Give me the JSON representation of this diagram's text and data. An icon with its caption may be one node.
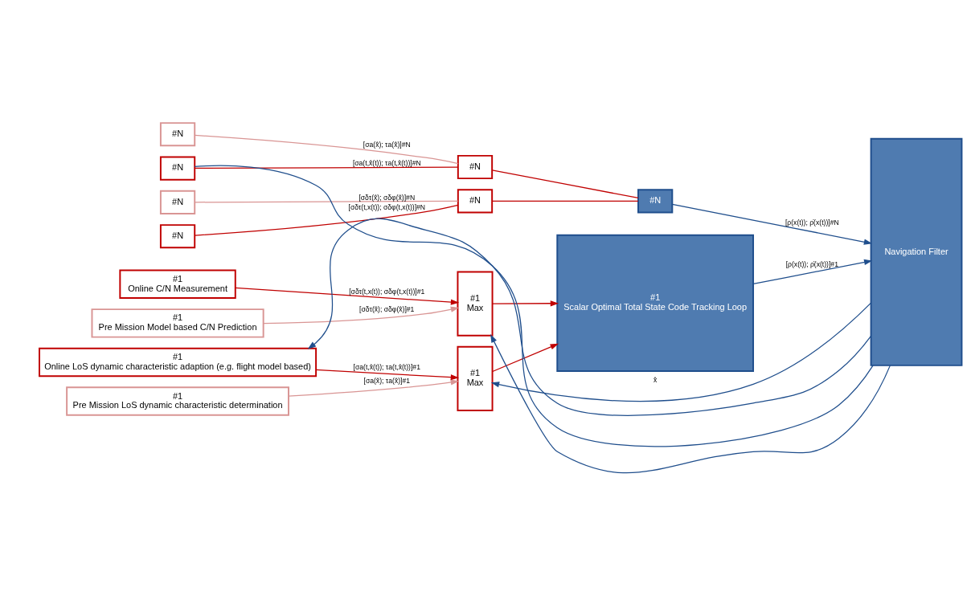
{
  "diagram": {
    "nodes": [
      {
        "text": [
          "#N"
        ]
      },
      {
        "text": [
          "#1",
          "Pre Mission LoS dynamic characteristic determination"
        ]
      },
      {
        "text": [
          "#N"
        ]
      },
      {
        "text": [
          "#1",
          "Online LoS dynamic characteristic adaption (e.g. flight model based)"
        ]
      },
      {
        "text": [
          "#N"
        ]
      },
      {
        "text": [
          "#1",
          "Pre Mission Model based C/N Prediction"
        ]
      },
      {
        "text": [
          "#N"
        ]
      },
      {
        "text": [
          "#1",
          "Online C/N Measurement"
        ]
      },
      {
        "text": [
          "#N"
        ]
      },
      {
        "text": [
          "#1",
          "Max"
        ]
      },
      {
        "text": [
          "#N"
        ]
      },
      {
        "text": [
          "#1",
          "Max"
        ]
      },
      {
        "text": [
          "#N"
        ]
      },
      {
        "text": [
          "#1",
          "Scalar Optimal Total State Code Tracking Loop"
        ]
      },
      {
        "text": [
          "Navigation Filter"
        ]
      }
    ],
    "edges": [
      {
        "from": 0,
        "to": 8,
        "arrow": "none",
        "label": "[σa(x̂); τa(x̂)]#N",
        "color": "#d99594"
      },
      {
        "from": 1,
        "to": 9,
        "arrow": "to",
        "label": "[σa(x̂); τa(x̂)]#1",
        "color": "#d99594"
      },
      {
        "from": 2,
        "to": 8,
        "arrow": "none",
        "label": "[σa(t,x̂(t)); τa(t,x̂(t))]#N"
      },
      {
        "from": 3,
        "to": 9,
        "arrow": "to",
        "label": "[σa(t,x̂(t)); τa(t,x̂(t))]#1"
      },
      {
        "from": 4,
        "to": 10,
        "arrow": "none",
        "label": "[σδτ(x̂); σδφ(x̂)]#N",
        "color": "#d99594"
      },
      {
        "from": 5,
        "to": 11,
        "arrow": "to",
        "label": "[σδτ(x̂); σδφ(x̂)]#1",
        "color": "#d99594"
      },
      {
        "from": 6,
        "to": 10,
        "arrow": "none",
        "label": "[σδτ(t,x(t)); σδφ(t,x(t))]#N"
      },
      {
        "from": 7,
        "to": 11,
        "arrow": "to",
        "label": "[σδτ(t,x(t)); σδφ(t,x(t))]#1"
      },
      {
        "from": 8,
        "to": 12,
        "arrow": "none"
      },
      {
        "from": 9,
        "to": 13,
        "arrow": "to"
      },
      {
        "from": 10,
        "to": 12,
        "arrow": "none"
      },
      {
        "from": 11,
        "to": 13,
        "arrow": "to"
      },
      {
        "from": 12,
        "to": 14,
        "arrow": "to",
        "label": "[ρ(x(t)); ρ̇(x(t))]#N",
        "color": "#1f4e8c"
      },
      {
        "from": 13,
        "to": 14,
        "arrow": "to",
        "label": "[ρ(x(t)); ρ̇(x(t))]#1",
        "color": "#1f4e8c"
      },
      {
        "from": 14,
        "to": 9,
        "arrow": "to",
        "label": "x̂",
        "color": "#1f4e8c"
      },
      {
        "from": 14,
        "to": 2,
        "arrow": "none",
        "color": "#1f4e8c"
      },
      {
        "from": 14,
        "to": 3,
        "arrow": "to",
        "color": "#1f4e8c"
      },
      {
        "from": 14,
        "to": 11,
        "arrow": "to",
        "color": "#1f4e8c"
      }
    ]
  }
}
